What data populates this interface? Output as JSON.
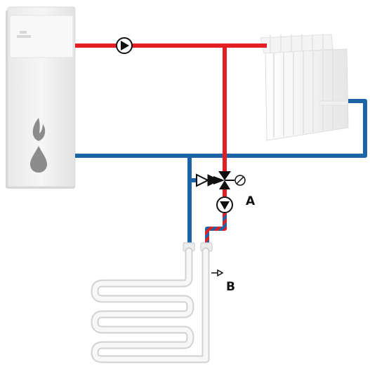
{
  "labels": {
    "a": "A",
    "b": "B"
  },
  "colors": {
    "supply_pipe": "#e31e24",
    "return_pipe": "#1d63a8",
    "boiler_body": "#f1f1f1",
    "flame_icon": "#8c8c8c",
    "radiator": "#eeeeee",
    "floor_coil": "#eaeaea",
    "pump_fill": "#111111"
  },
  "icons": [
    "boiler",
    "flame-icon",
    "oil-drop-icon",
    "circulation-pump-icon",
    "radiator",
    "check-valve-icon",
    "three-way-mixing-valve-icon",
    "actuator-icon",
    "mixing-pump-icon",
    "underfloor-heating-coil",
    "temperature-sensor-icon"
  ]
}
